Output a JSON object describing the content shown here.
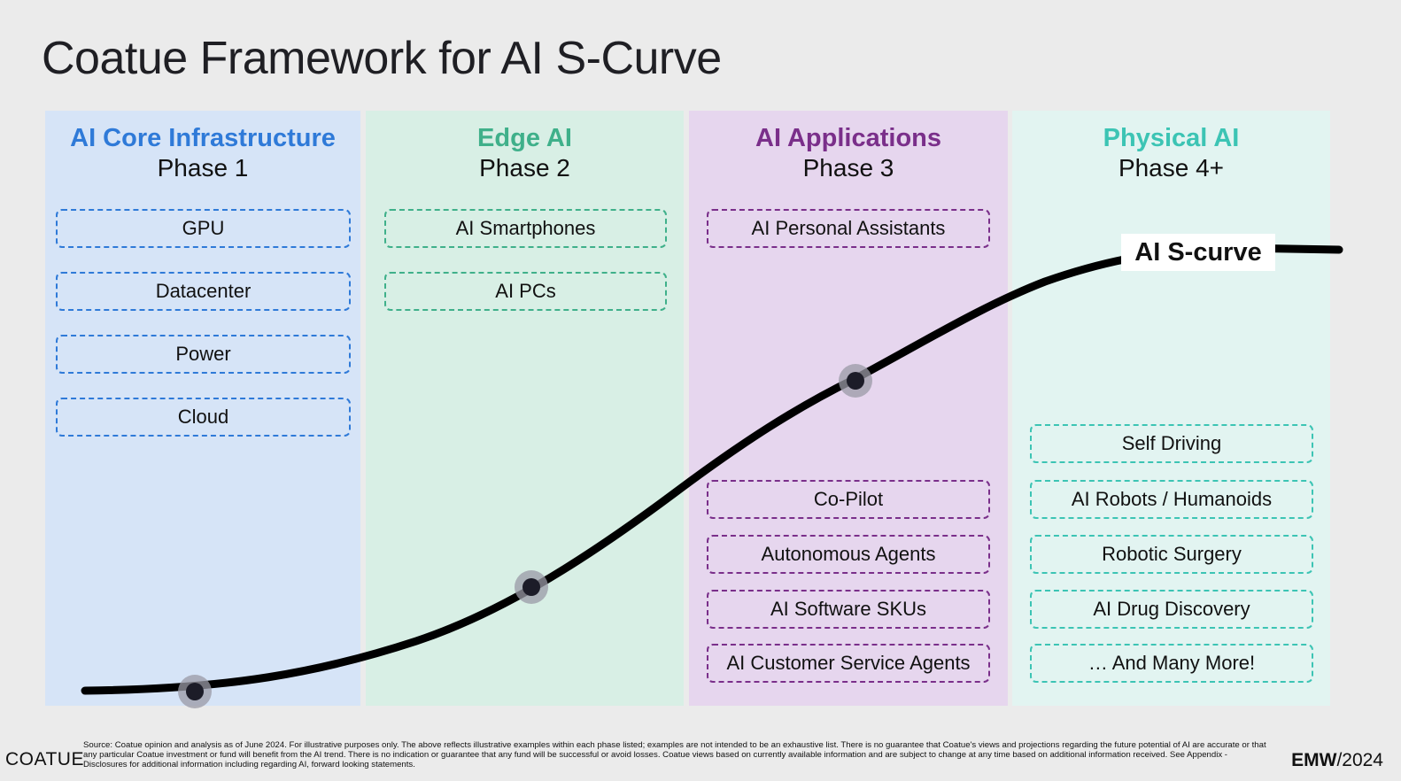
{
  "title": "Coatue Framework for AI S-Curve",
  "colors": {
    "phase1_bg": "#d6e4f7",
    "phase1_accent": "#2f7ad8",
    "phase2_bg": "#d8efe5",
    "phase2_accent": "#3fb08a",
    "phase3_bg": "#e6d6ee",
    "phase3_accent": "#7a2f8a",
    "phase4_bg": "#e2f4f1",
    "phase4_accent": "#3cc4b4"
  },
  "phases": [
    {
      "name": "AI Core Infrastructure",
      "phase": "Phase 1",
      "items": [
        "GPU",
        "Datacenter",
        "Power",
        "Cloud"
      ]
    },
    {
      "name": "Edge AI",
      "phase": "Phase 2",
      "items": [
        "AI Smartphones",
        "AI PCs"
      ]
    },
    {
      "name": "AI Applications",
      "phase": "Phase 3",
      "items_top": [
        "AI Personal Assistants"
      ],
      "items_bottom": [
        "Co-Pilot",
        "Autonomous Agents",
        "AI Software SKUs",
        "AI Customer Service Agents"
      ]
    },
    {
      "name": "Physical AI",
      "phase": "Phase 4+",
      "items": [
        "Self Driving",
        "AI Robots / Humanoids",
        "Robotic Surgery",
        "AI Drug Discovery",
        "… And Many More!"
      ]
    }
  ],
  "curve_label": "AI S-curve",
  "footer": {
    "logo": "COATUE",
    "note": "Source: Coatue opinion and analysis as of June 2024. For illustrative purposes only. The above reflects illustrative examples within each phase listed; examples are not intended to be an exhaustive list. There is no guarantee that Coatue's views and projections regarding the future potential of AI are accurate or that any particular Coatue investment or fund will benefit from the AI trend. There is no indication or guarantee that any fund will be successful or avoid losses. Coatue views based on currently available information and are subject to change at any time based on additional information received. See Appendix - Disclosures for additional information including regarding AI, forward looking statements.",
    "event": "EMW",
    "year": "/2024"
  }
}
